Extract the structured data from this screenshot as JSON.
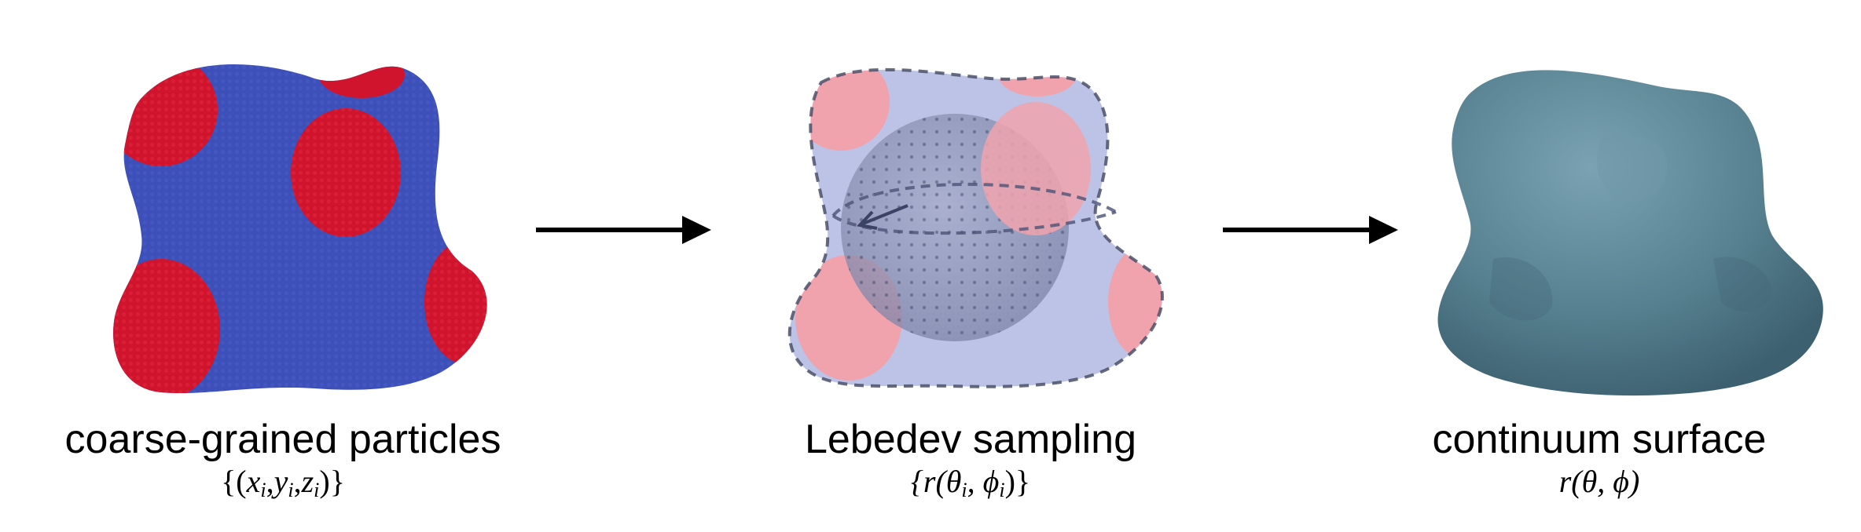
{
  "stages": [
    {
      "title": "coarse-grained particles",
      "math_open": "{(",
      "math_vars": [
        "x",
        "y",
        "z"
      ],
      "math_sub": "i",
      "math_close": ")}"
    },
    {
      "title": "Lebedev sampling",
      "math_text": "{r(θ",
      "math_sub1": "i",
      "math_mid": ", ϕ",
      "math_sub2": "i",
      "math_close": ")}"
    },
    {
      "title": "continuum surface",
      "math_text": "r(θ, ϕ)"
    }
  ],
  "colors": {
    "particle_body": "#3d4fb8",
    "particle_patch": "#d0142e",
    "sampling_body": "#bcc3e6",
    "sampling_patch": "#f0a3ad",
    "sphere": "#8e95b8",
    "surface": "#5a8191",
    "arrow": "#000000"
  }
}
